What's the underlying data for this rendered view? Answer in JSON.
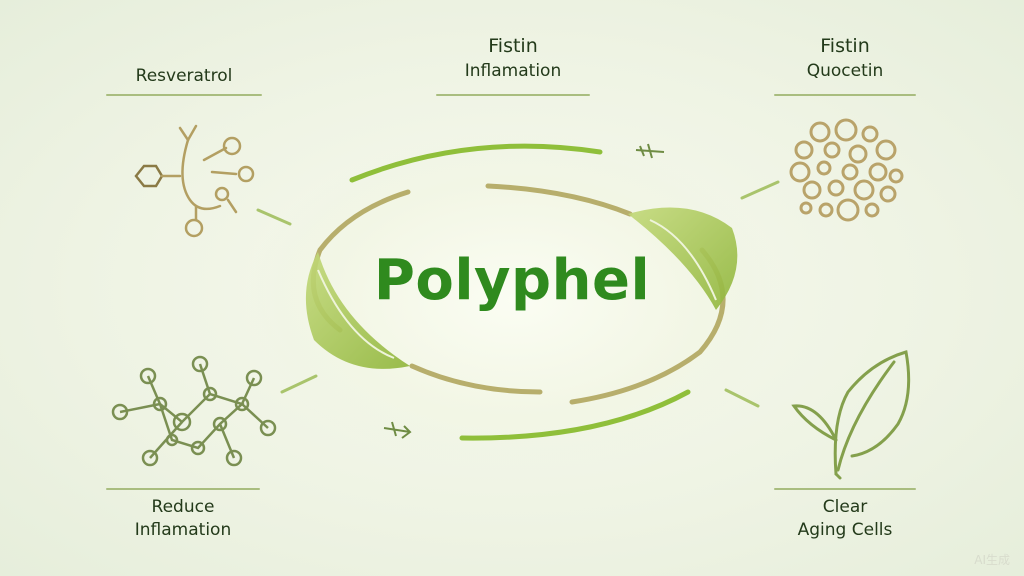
{
  "center": {
    "title": "Polyphel"
  },
  "labels": {
    "top_left": {
      "line1": "Resveratrol"
    },
    "top_center": {
      "line1": "Fistin",
      "line2": "Inflamation"
    },
    "top_right": {
      "line1": "Fistin",
      "line2": "Quocetin"
    },
    "bottom_left": {
      "line1": "Reduce",
      "line2": "Inflamation"
    },
    "bottom_right": {
      "line1": "Clear",
      "line2": "Aging Cells"
    }
  },
  "watermark": "AI生成",
  "colors": {
    "title": "#2f8a1e",
    "text": "#233a1a",
    "rule": "#a9bd7f",
    "arc_green": "#7fb42e",
    "arc_olive": "#b4ac6a",
    "leaf": "#a9c95a",
    "molecule_gold": "#b9a36a",
    "molecule_green": "#6f8c44"
  },
  "icons": {
    "top_left": "resveratrol-molecule-icon",
    "top_right": "quercetin-molecule-cluster-icon",
    "bottom_left": "molecule-network-icon",
    "bottom_right": "leaf-outline-icon"
  }
}
